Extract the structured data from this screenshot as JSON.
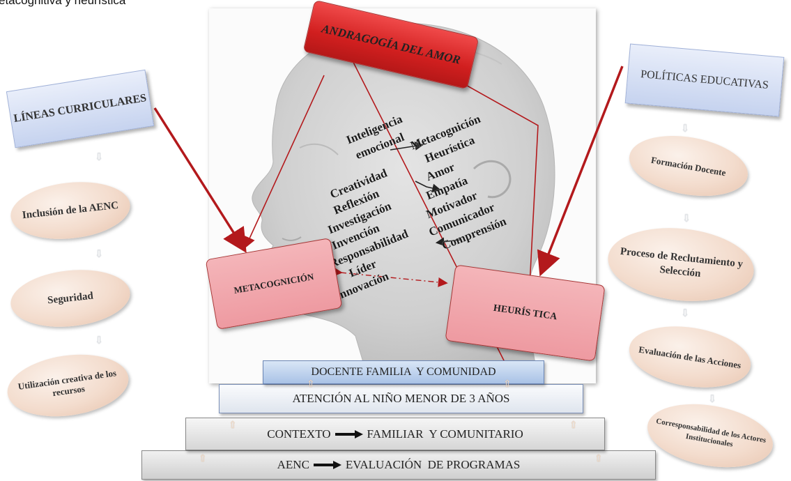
{
  "caption": "etacognitiva y heurística",
  "center": {
    "andragogia": "ANDRAGOGÍA DEL AMOR",
    "metacognicion": "METACOGNICIÓN",
    "heuristica": "HEURÍS TICA",
    "words_left": [
      "Inteligencia",
      "emocional",
      "Creatividad",
      "Reflexión",
      "Investigación",
      "Invención",
      "Responsabilidad",
      "Líder",
      "Innovación"
    ],
    "words_right": [
      "Metacognición",
      "Heurística",
      "Amor",
      "Empatía",
      "Motivador",
      "Comunicador",
      "Comprensión"
    ]
  },
  "left_column": {
    "header": "LÍNEAS CURRICULARES",
    "items": [
      "Inclusión de la AENC",
      "Seguridad",
      "Utilización creativa de los recursos"
    ]
  },
  "right_column": {
    "header": "POLÍTICAS EDUCATIVAS",
    "items": [
      "Formación Docente",
      "Proceso de Reclutamiento y Selección",
      "Evaluación de las Acciones",
      "Corresponsabilidad de los Actores Institucionales"
    ]
  },
  "bars": {
    "docente": "DOCENTE FAMILIA  Y COMUNIDAD",
    "atencion": "ATENCIÓN AL NIÑO MENOR DE 3 AÑOS",
    "contexto_a": "CONTEXTO",
    "contexto_b": "FAMILIAR  Y COMUNITARIO",
    "aenc_a": "AENC",
    "aenc_b": "EVALUACIÓN  DE PROGRAMAS"
  },
  "colors": {
    "red_dark": "#d11f1f",
    "red_light": "#ee9aa1",
    "blue_header": "#c6d3ef",
    "peach": "#f3dccd",
    "arrow_red": "#b3191c"
  }
}
